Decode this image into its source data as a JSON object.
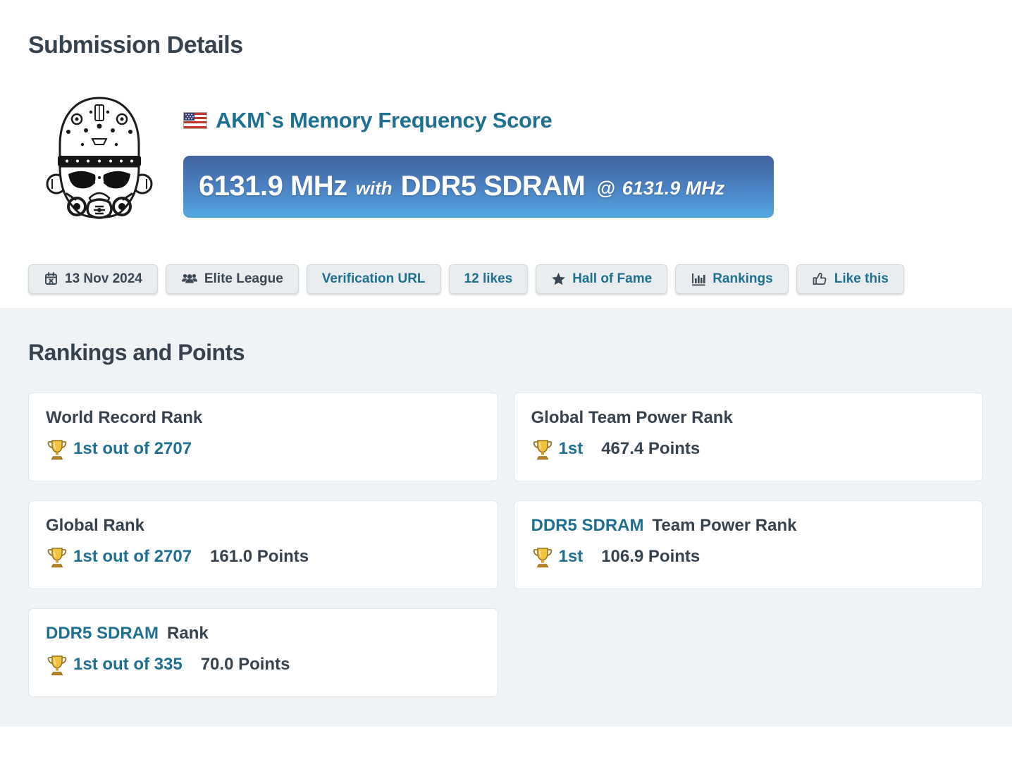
{
  "page": {
    "submission_heading": "Submission Details",
    "rankings_heading": "Rankings and Points"
  },
  "submission": {
    "flag_icon": "us-flag-icon",
    "title": "AKM`s Memory Frequency Score",
    "banner": {
      "score": "6131.9 MHz",
      "connector": "with",
      "hardware": "DDR5 SDRAM",
      "at": "@",
      "frequency": "6131.9 MHz"
    },
    "meta_buttons": [
      {
        "label": "13 Nov 2024",
        "icon": "calendar-icon",
        "style": "dark"
      },
      {
        "label": "Elite League",
        "icon": "users-icon",
        "style": "dark"
      },
      {
        "label": "Verification URL",
        "icon": "",
        "style": "link"
      },
      {
        "label": "12 likes",
        "icon": "",
        "style": "link"
      },
      {
        "label": "Hall of Fame",
        "icon": "star-icon",
        "style": "link"
      },
      {
        "label": "Rankings",
        "icon": "bar-chart-icon",
        "style": "link"
      },
      {
        "label": "Like this",
        "icon": "thumbs-up-icon",
        "style": "link"
      }
    ]
  },
  "rankings": {
    "cards": [
      {
        "title_link": "",
        "title": "World Record Rank",
        "rank": "1st out of 2707",
        "points": ""
      },
      {
        "title_link": "",
        "title": "Global Team Power Rank",
        "rank": "1st",
        "points": "467.4 Points"
      },
      {
        "title_link": "",
        "title": "Global Rank",
        "rank": "1st out of 2707",
        "points": "161.0 Points"
      },
      {
        "title_link": "DDR5 SDRAM",
        "title": "Team Power Rank",
        "rank": "1st",
        "points": "106.9 Points"
      },
      {
        "title_link": "DDR5 SDRAM",
        "title": "Rank",
        "rank": "1st out of 335",
        "points": "70.0 Points"
      }
    ],
    "trophy_icon": "trophy-icon"
  },
  "colors": {
    "accent_teal": "#1e7090",
    "heading_dark": "#36434e",
    "banner_gradient_top": "#41629f",
    "banner_gradient_bottom": "#54a9e0",
    "section_background": "#f0f3f5",
    "button_background": "#e9edef"
  }
}
